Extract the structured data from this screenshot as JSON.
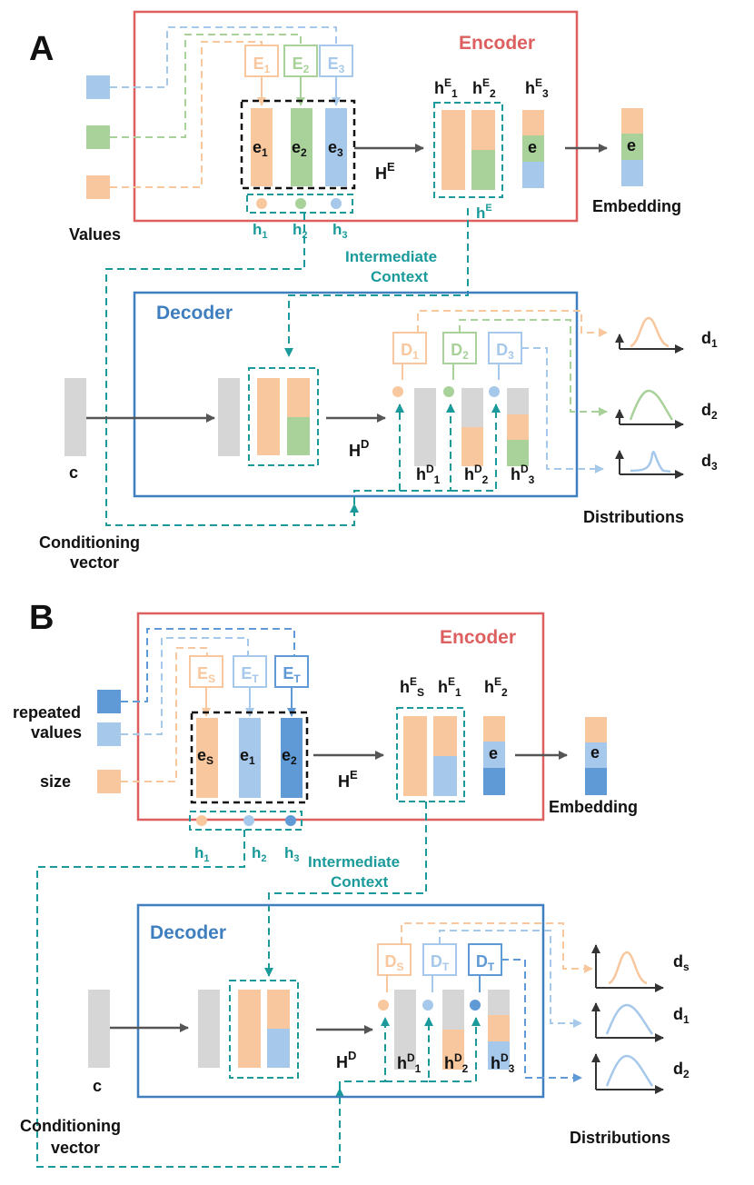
{
  "colors": {
    "orange": "#f8c79d",
    "green": "#a9d19a",
    "blue_light": "#a6c8ea",
    "blue_dark": "#5f9ad6",
    "gray": "#d6d6d6",
    "teal": "#1a9a9a",
    "encoder_border": "#dd5f5f",
    "decoder_border": "#3f7fbf"
  },
  "panel_a": {
    "label": "A",
    "encoder_title": "Encoder",
    "decoder_title": "Decoder",
    "embedding_label": "Embedding",
    "values_label": "Values",
    "intermediate_context_line1": "Intermediate",
    "intermediate_context_line2": "Context",
    "conditioning_line1": "Conditioning",
    "conditioning_line2": "vector",
    "c_label": "c",
    "distributions_label": "Distributions",
    "encoders": [
      {
        "main": "E",
        "sub": "1"
      },
      {
        "main": "E",
        "sub": "2"
      },
      {
        "main": "E",
        "sub": "3"
      }
    ],
    "embeddings": [
      {
        "main": "e",
        "sub": "1"
      },
      {
        "main": "e",
        "sub": "2"
      },
      {
        "main": "e",
        "sub": "3"
      }
    ],
    "he_cap": {
      "main": "H",
      "sup": "E"
    },
    "hd_cap": {
      "main": "H",
      "sup": "D"
    },
    "he_small": {
      "main": "h",
      "sup": "E"
    },
    "he_labels": [
      {
        "main": "h",
        "sup": "E",
        "sub": "1"
      },
      {
        "main": "h",
        "sup": "E",
        "sub": "2"
      },
      {
        "main": "h",
        "sup": "E",
        "sub": "3"
      }
    ],
    "h_labels": [
      {
        "main": "h",
        "sub": "1"
      },
      {
        "main": "h",
        "sub": "2"
      },
      {
        "main": "h",
        "sub": "3"
      }
    ],
    "decoders": [
      {
        "main": "D",
        "sub": "1"
      },
      {
        "main": "D",
        "sub": "2"
      },
      {
        "main": "D",
        "sub": "3"
      }
    ],
    "hd_labels": [
      {
        "main": "h",
        "sup": "D",
        "sub": "1"
      },
      {
        "main": "h",
        "sup": "D",
        "sub": "2"
      },
      {
        "main": "h",
        "sup": "D",
        "sub": "3"
      }
    ],
    "dist_labels": [
      {
        "main": "d",
        "sub": "1"
      },
      {
        "main": "d",
        "sub": "2"
      },
      {
        "main": "d",
        "sub": "3"
      }
    ],
    "e_stack_label": "e"
  },
  "panel_b": {
    "label": "B",
    "encoder_title": "Encoder",
    "decoder_title": "Decoder",
    "embedding_label": "Embedding",
    "repeated_line1": "repeated",
    "repeated_line2": "values",
    "size_label": "size",
    "intermediate_context_line1": "Intermediate",
    "intermediate_context_line2": "Context",
    "conditioning_line1": "Conditioning",
    "conditioning_line2": "vector",
    "c_label": "c",
    "distributions_label": "Distributions",
    "encoders": [
      {
        "main": "E",
        "sub": "S"
      },
      {
        "main": "E",
        "sub": "T"
      },
      {
        "main": "E",
        "sub": "T"
      }
    ],
    "embeddings": [
      {
        "main": "e",
        "sub": "S"
      },
      {
        "main": "e",
        "sub": "1"
      },
      {
        "main": "e",
        "sub": "2"
      }
    ],
    "he_cap": {
      "main": "H",
      "sup": "E"
    },
    "hd_cap": {
      "main": "H",
      "sup": "D"
    },
    "he_labels": [
      {
        "main": "h",
        "sup": "E",
        "sub": "S"
      },
      {
        "main": "h",
        "sup": "E",
        "sub": "1"
      },
      {
        "main": "h",
        "sup": "E",
        "sub": "2"
      }
    ],
    "h_labels": [
      {
        "main": "h",
        "sub": "1"
      },
      {
        "main": "h",
        "sub": "2"
      },
      {
        "main": "h",
        "sub": "3"
      }
    ],
    "decoders": [
      {
        "main": "D",
        "sub": "S"
      },
      {
        "main": "D",
        "sub": "T"
      },
      {
        "main": "D",
        "sub": "T"
      }
    ],
    "hd_labels": [
      {
        "main": "h",
        "sup": "D",
        "sub": "1"
      },
      {
        "main": "h",
        "sup": "D",
        "sub": "2"
      },
      {
        "main": "h",
        "sup": "D",
        "sub": "3"
      }
    ],
    "dist_labels": [
      {
        "main": "d",
        "sub": "s"
      },
      {
        "main": "d",
        "sub": "1"
      },
      {
        "main": "d",
        "sub": "2"
      }
    ],
    "e_stack_label": "e"
  }
}
